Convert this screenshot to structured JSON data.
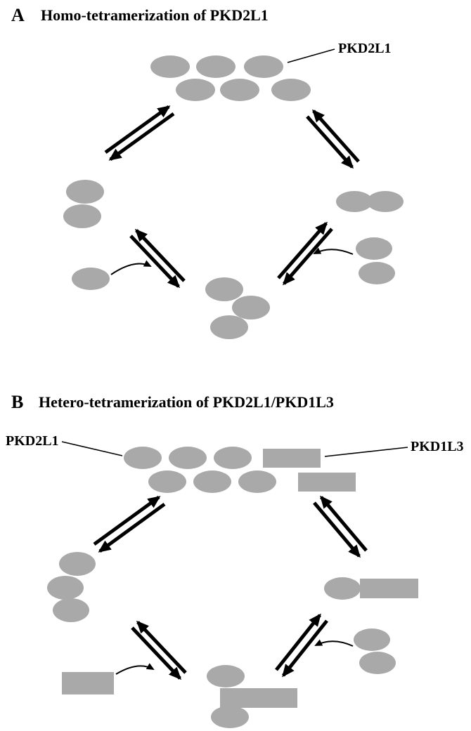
{
  "figure": {
    "background": "#ffffff",
    "subunit_fill": "#a9a9a9",
    "line_color": "#000000"
  },
  "panel_a": {
    "label": "A",
    "title": "Homo-tetramerization of PKD2L1",
    "callouts": {
      "pkd2l1": "PKD2L1"
    }
  },
  "panel_b": {
    "label": "B",
    "title": "Hetero-tetramerization of PKD2L1/PKD1L3",
    "callouts": {
      "pkd2l1": "PKD2L1",
      "pkd1l3": "PKD1L3"
    }
  }
}
